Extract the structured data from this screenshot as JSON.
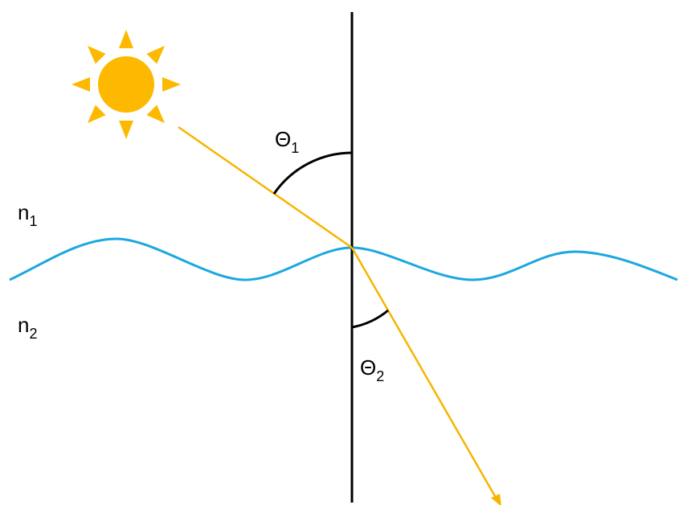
{
  "labels": {
    "n1": {
      "base": "n",
      "sub": "1"
    },
    "n2": {
      "base": "n",
      "sub": "2"
    },
    "theta1": {
      "base": "Θ",
      "sub": "1"
    },
    "theta2": {
      "base": "Θ",
      "sub": "2"
    }
  },
  "colors": {
    "ray": "#F7B500",
    "sun": "#FDB900",
    "water": "#1BA8E0",
    "normal": "#000000",
    "arc": "#000000"
  },
  "icons": {
    "sun": "sun-icon"
  }
}
